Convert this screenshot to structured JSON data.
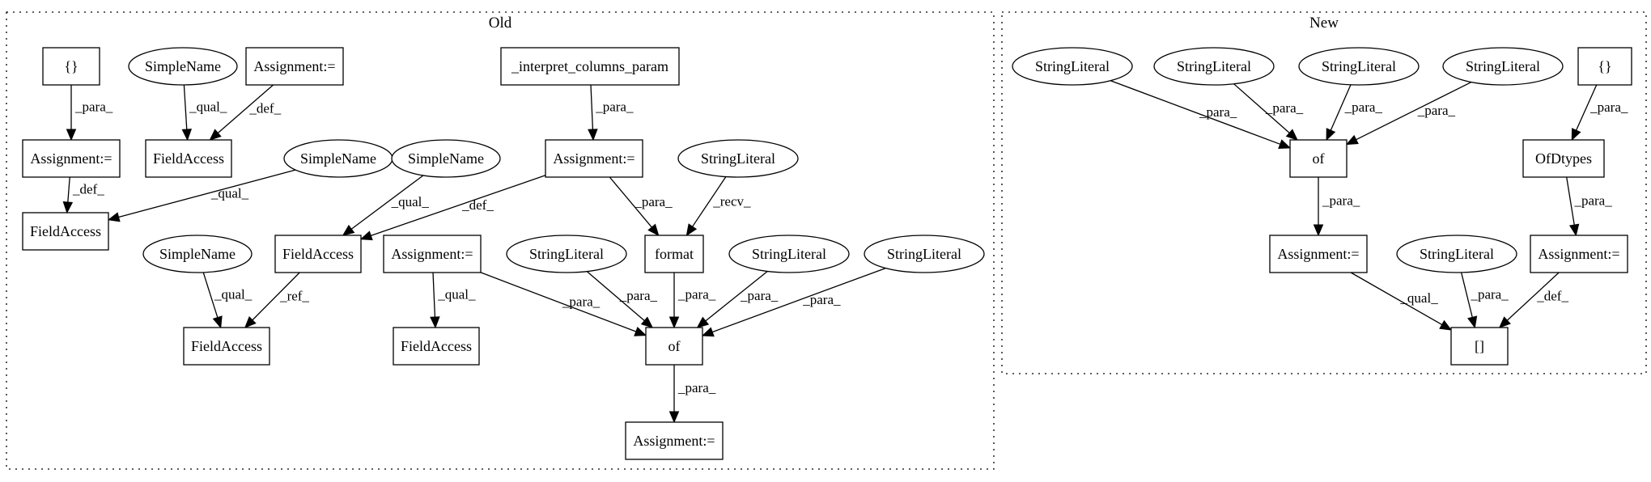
{
  "clusters": [
    {
      "id": "old",
      "label": "Old"
    },
    {
      "id": "new",
      "label": "New"
    }
  ],
  "nodes": [
    {
      "id": "o_braces",
      "label": "{}",
      "shape": "box"
    },
    {
      "id": "o_sn1",
      "label": "SimpleName",
      "shape": "ellipse"
    },
    {
      "id": "o_asg1",
      "label": "Assignment:=",
      "shape": "box"
    },
    {
      "id": "o_interp",
      "label": "_interpret_columns_param",
      "shape": "box"
    },
    {
      "id": "o_asg2",
      "label": "Assignment:=",
      "shape": "box"
    },
    {
      "id": "o_fa1",
      "label": "FieldAccess",
      "shape": "box"
    },
    {
      "id": "o_sn2",
      "label": "SimpleName",
      "shape": "ellipse"
    },
    {
      "id": "o_sn3",
      "label": "SimpleName",
      "shape": "ellipse"
    },
    {
      "id": "o_asg3",
      "label": "Assignment:=",
      "shape": "box"
    },
    {
      "id": "o_sl1",
      "label": "StringLiteral",
      "shape": "ellipse"
    },
    {
      "id": "o_fa2",
      "label": "FieldAccess",
      "shape": "box"
    },
    {
      "id": "o_sn4",
      "label": "SimpleName",
      "shape": "ellipse"
    },
    {
      "id": "o_fa3",
      "label": "FieldAccess",
      "shape": "box"
    },
    {
      "id": "o_asg4",
      "label": "Assignment:=",
      "shape": "box"
    },
    {
      "id": "o_sl2",
      "label": "StringLiteral",
      "shape": "ellipse"
    },
    {
      "id": "o_format",
      "label": "format",
      "shape": "box"
    },
    {
      "id": "o_sl3",
      "label": "StringLiteral",
      "shape": "ellipse"
    },
    {
      "id": "o_sl4",
      "label": "StringLiteral",
      "shape": "ellipse"
    },
    {
      "id": "o_fa4",
      "label": "FieldAccess",
      "shape": "box"
    },
    {
      "id": "o_fa5",
      "label": "FieldAccess",
      "shape": "box"
    },
    {
      "id": "o_of",
      "label": "of",
      "shape": "box"
    },
    {
      "id": "o_asg5",
      "label": "Assignment:=",
      "shape": "box"
    },
    {
      "id": "n_sl1",
      "label": "StringLiteral",
      "shape": "ellipse"
    },
    {
      "id": "n_sl2",
      "label": "StringLiteral",
      "shape": "ellipse"
    },
    {
      "id": "n_sl3",
      "label": "StringLiteral",
      "shape": "ellipse"
    },
    {
      "id": "n_sl4",
      "label": "StringLiteral",
      "shape": "ellipse"
    },
    {
      "id": "n_braces",
      "label": "{}",
      "shape": "box"
    },
    {
      "id": "n_of",
      "label": "of",
      "shape": "box"
    },
    {
      "id": "n_ofdtypes",
      "label": "OfDtypes",
      "shape": "box"
    },
    {
      "id": "n_asg1",
      "label": "Assignment:=",
      "shape": "box"
    },
    {
      "id": "n_sl5",
      "label": "StringLiteral",
      "shape": "ellipse"
    },
    {
      "id": "n_asg2",
      "label": "Assignment:=",
      "shape": "box"
    },
    {
      "id": "n_idx",
      "label": "[]",
      "shape": "box"
    }
  ],
  "edges": [
    {
      "from": "o_braces",
      "to": "o_asg2",
      "label": "_para_"
    },
    {
      "from": "o_sn1",
      "to": "o_fa1",
      "label": "_qual_"
    },
    {
      "from": "o_asg1",
      "to": "o_fa1",
      "label": "_def_"
    },
    {
      "from": "o_interp",
      "to": "o_asg3",
      "label": "_para_"
    },
    {
      "from": "o_asg2",
      "to": "o_fa2",
      "label": "_def_"
    },
    {
      "from": "o_sn2",
      "to": "o_fa2",
      "label": "_qual_"
    },
    {
      "from": "o_sn3",
      "to": "o_fa3",
      "label": "_qual_"
    },
    {
      "from": "o_asg3",
      "to": "o_fa3",
      "label": "_def_"
    },
    {
      "from": "o_asg3",
      "to": "o_format",
      "label": "_para_"
    },
    {
      "from": "o_sl1",
      "to": "o_format",
      "label": "_recv_"
    },
    {
      "from": "o_sn4",
      "to": "o_fa4",
      "label": "_qual_"
    },
    {
      "from": "o_fa3",
      "to": "o_fa4",
      "label": "_ref_"
    },
    {
      "from": "o_asg4",
      "to": "o_fa5",
      "label": "_qual_"
    },
    {
      "from": "o_asg4",
      "to": "o_of",
      "label": "_para_"
    },
    {
      "from": "o_sl2",
      "to": "o_of",
      "label": "_para_"
    },
    {
      "from": "o_format",
      "to": "o_of",
      "label": "_para_"
    },
    {
      "from": "o_sl3",
      "to": "o_of",
      "label": "_para_"
    },
    {
      "from": "o_sl4",
      "to": "o_of",
      "label": "_para_"
    },
    {
      "from": "o_of",
      "to": "o_asg5",
      "label": "_para_"
    },
    {
      "from": "n_sl1",
      "to": "n_of",
      "label": "_para_"
    },
    {
      "from": "n_sl2",
      "to": "n_of",
      "label": "_para_"
    },
    {
      "from": "n_sl3",
      "to": "n_of",
      "label": "_para_"
    },
    {
      "from": "n_sl4",
      "to": "n_of",
      "label": "_para_"
    },
    {
      "from": "n_braces",
      "to": "n_ofdtypes",
      "label": "_para_"
    },
    {
      "from": "n_of",
      "to": "n_asg1",
      "label": "_para_"
    },
    {
      "from": "n_ofdtypes",
      "to": "n_asg2",
      "label": "_para_"
    },
    {
      "from": "n_asg1",
      "to": "n_idx",
      "label": "_qual_"
    },
    {
      "from": "n_sl5",
      "to": "n_idx",
      "label": "_para_"
    },
    {
      "from": "n_asg2",
      "to": "n_idx",
      "label": "_def_"
    }
  ]
}
